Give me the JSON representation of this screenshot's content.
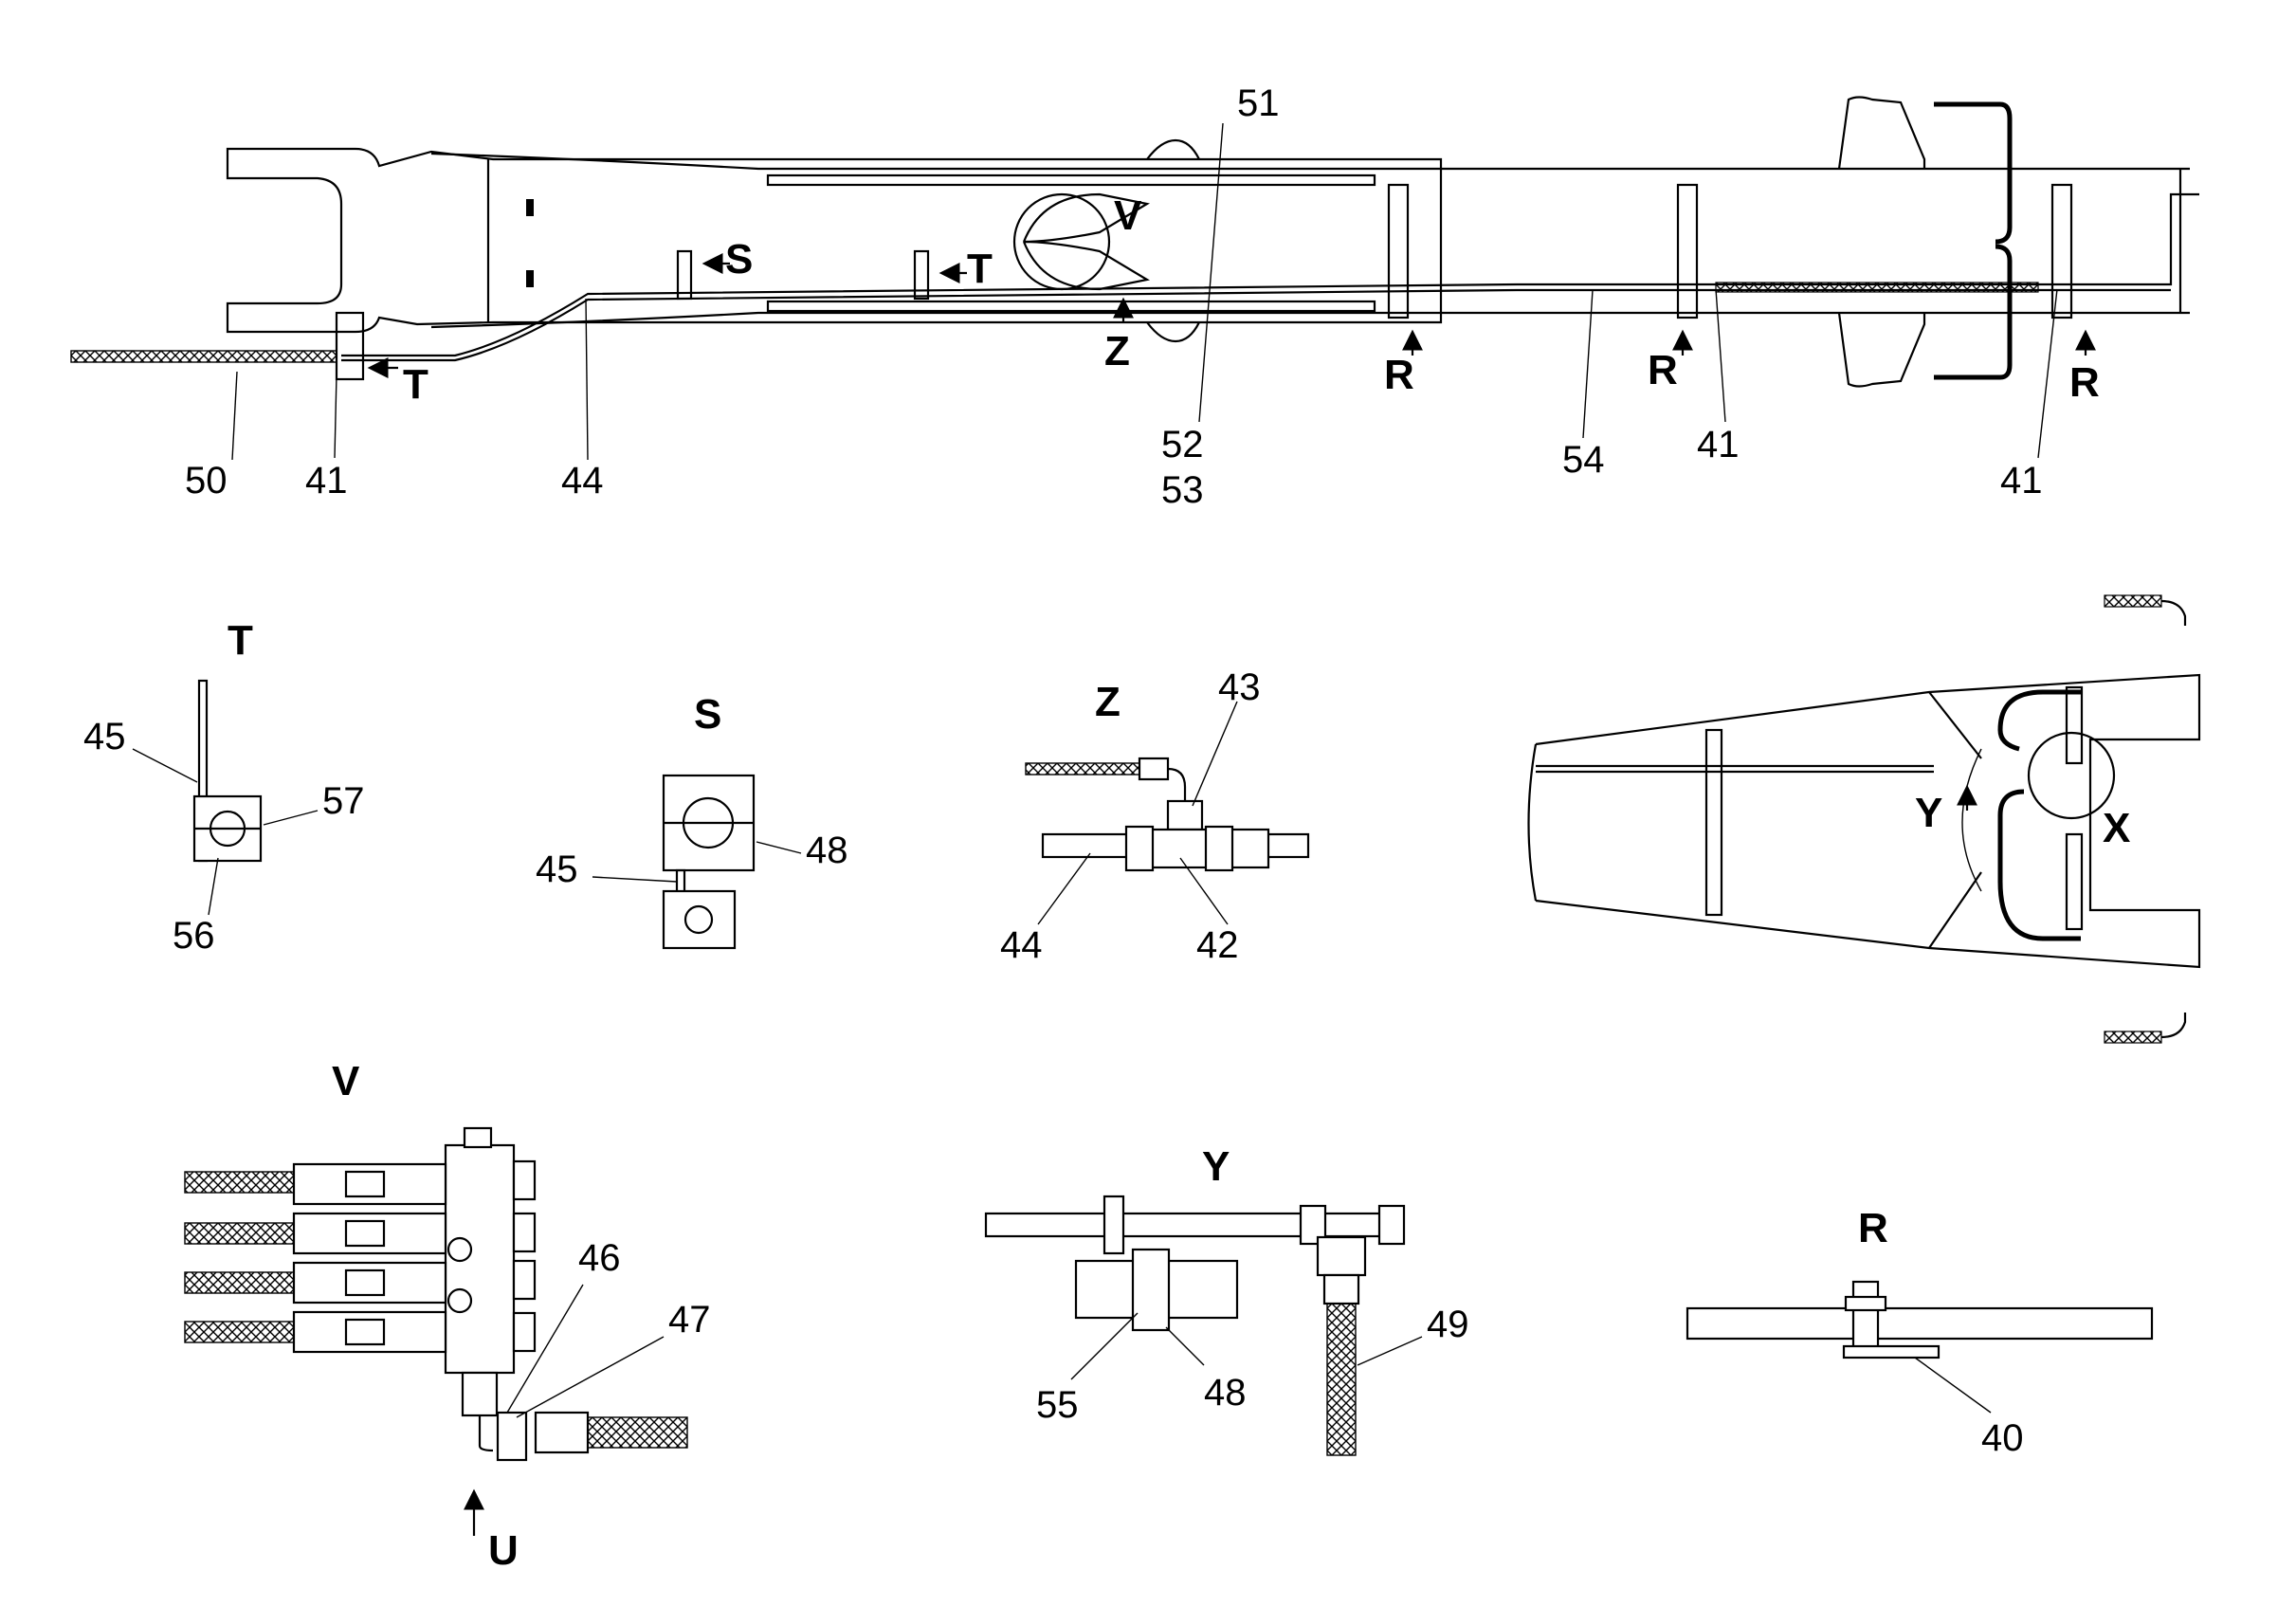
{
  "callouts": {
    "n50": "50",
    "n41a": "41",
    "n44a": "44",
    "n51": "51",
    "n52": "52",
    "n53": "53",
    "n54": "54",
    "n41b": "41",
    "n41c": "41",
    "n45a": "45",
    "n57": "57",
    "n56": "56",
    "n45b": "45",
    "n48a": "48",
    "n43": "43",
    "n44b": "44",
    "n42": "42",
    "n46": "46",
    "n47": "47",
    "n55": "55",
    "n48b": "48",
    "n49": "49",
    "n40": "40"
  },
  "view_marks": {
    "S": "S",
    "T1": "T",
    "T2": "T",
    "V": "V",
    "Z": "Z",
    "R1": "R",
    "R2": "R",
    "R3": "R",
    "Y": "Y",
    "X": "X"
  },
  "detail_titles": {
    "T": "T",
    "S": "S",
    "Z": "Z",
    "V": "V",
    "Y": "Y",
    "R": "R",
    "U": "U"
  }
}
